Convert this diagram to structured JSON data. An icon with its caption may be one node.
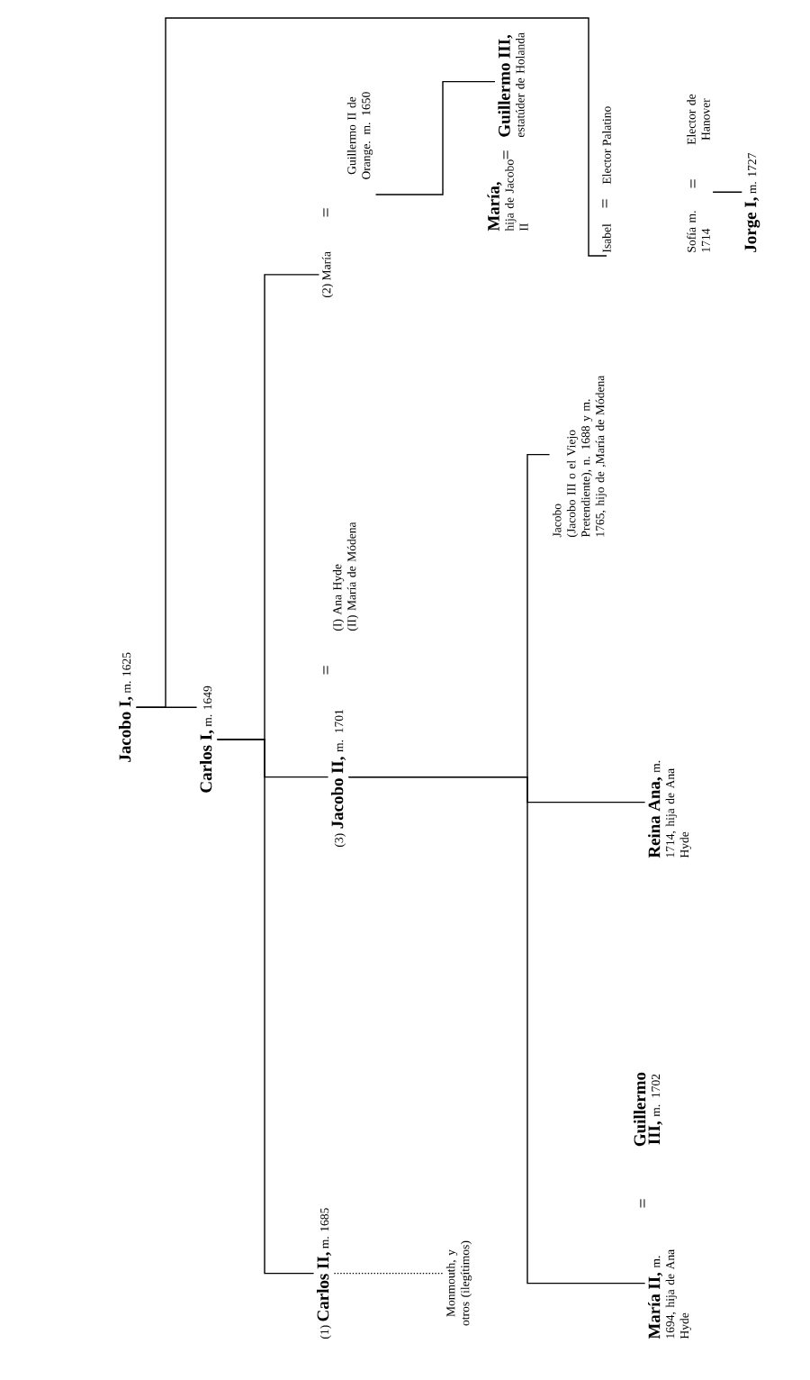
{
  "diagram": {
    "nodes": [
      {
        "text": [
          "**Jacobo I,** m. 1625"
        ]
      },
      {
        "text": [
          "**Carlos I,** m. 1649"
        ]
      },
      {
        "text": [
          "(1) **Carlos II,** m. 1685"
        ]
      },
      {
        "text": [
          "Monmouth, y otros (ilegítimos)"
        ]
      },
      {
        "text": [
          "(3) **Jacobo II,** m. 1701"
        ]
      },
      {
        "text": [
          "(I) Ana Hyde",
          "(II) María de Módena"
        ]
      },
      {
        "text": [
          "(2) María"
        ]
      },
      {
        "text": [
          "Guillermo II de Orange. m. 1650"
        ]
      },
      {
        "text": [
          "**María,** hija de Jacobo II"
        ]
      },
      {
        "text": [
          "**Guillermo III,** estatúder de Holanda"
        ]
      },
      {
        "text": [
          "Isabel"
        ]
      },
      {
        "text": [
          "Elector Palatino"
        ]
      },
      {
        "text": [
          "Sofía m. 1714"
        ]
      },
      {
        "text": [
          "Elector de Hanover"
        ]
      },
      {
        "text": [
          "**Jorge I,** m. 1727"
        ]
      },
      {
        "text": [
          "Jacobo",
          "(Jacobo III o el Viejo Pretendiente), n. 1688 y m. 1765, hijo de ,María de Módena"
        ]
      },
      {
        "text": [
          "**Reina Ana,** m. 1714, hija de Ana Hyde"
        ]
      },
      {
        "text": [
          "**María II,** m. 1694, hija de Ana Hyde"
        ]
      },
      {
        "text": [
          "**Guillermo III,** m. 1702"
        ]
      }
    ],
    "edges": [
      {
        "from": 0,
        "to": 1,
        "arrow": "none"
      },
      {
        "from": 0,
        "to": 10,
        "arrow": "none"
      },
      {
        "from": 1,
        "to": 6,
        "arrow": "none"
      },
      {
        "from": 1,
        "to": 4,
        "arrow": "none"
      },
      {
        "from": 1,
        "to": 2,
        "arrow": "none"
      },
      {
        "from": 2,
        "to": 3,
        "arrow": "none",
        "style": "dashed"
      },
      {
        "from": 7,
        "to": 9,
        "arrow": "none"
      },
      {
        "from": 4,
        "to": 15,
        "arrow": "none"
      },
      {
        "from": 4,
        "to": 16,
        "arrow": "none"
      },
      {
        "from": 4,
        "to": 17,
        "arrow": "none"
      },
      {
        "from": 12,
        "to": 14,
        "arrow": "none"
      }
    ],
    "labels": [
      "=",
      "=",
      "=",
      "=",
      "=",
      "="
    ]
  }
}
